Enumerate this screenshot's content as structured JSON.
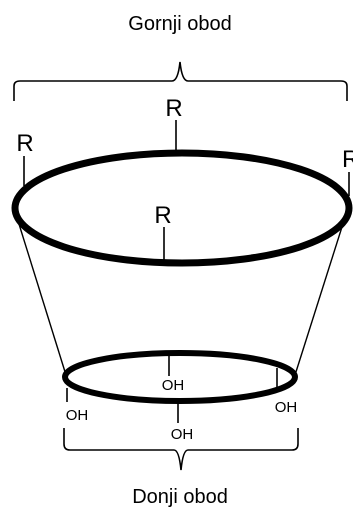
{
  "title_top": "Gornji obod",
  "title_bottom": "Donji obod",
  "r_substituents": [
    "R",
    "R",
    "R",
    "R"
  ],
  "oh_substituents": [
    "OH",
    "OH",
    "OH",
    "OH"
  ],
  "colors": {
    "stroke": "#000000",
    "background": "#ffffff"
  }
}
